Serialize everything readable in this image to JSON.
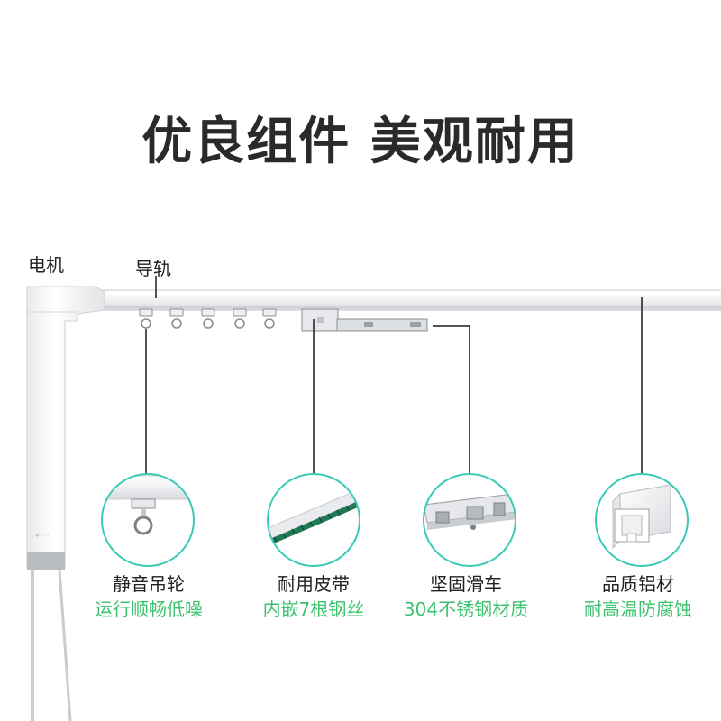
{
  "headline": "优良组件 美观耐用",
  "labels": {
    "motor": "电机",
    "rail": "导轨"
  },
  "features": [
    {
      "title": "静音吊轮",
      "subtitle": "运行顺畅低噪",
      "icon": "pulley-hook-icon"
    },
    {
      "title": "耐用皮带",
      "subtitle": "内嵌7根钢丝",
      "icon": "belt-icon"
    },
    {
      "title": "坚固滑车",
      "subtitle": "304不锈钢材质",
      "icon": "trolley-icon"
    },
    {
      "title": "品质铝材",
      "subtitle": "耐高温防腐蚀",
      "icon": "aluminum-profile-icon"
    }
  ],
  "colors": {
    "accent_green": "#3cc26e",
    "circle_border": "#3cc9b6",
    "belt_green": "#1f7a55",
    "rail_white": "#f2f3f5",
    "line_dark": "#1a1a1a"
  }
}
